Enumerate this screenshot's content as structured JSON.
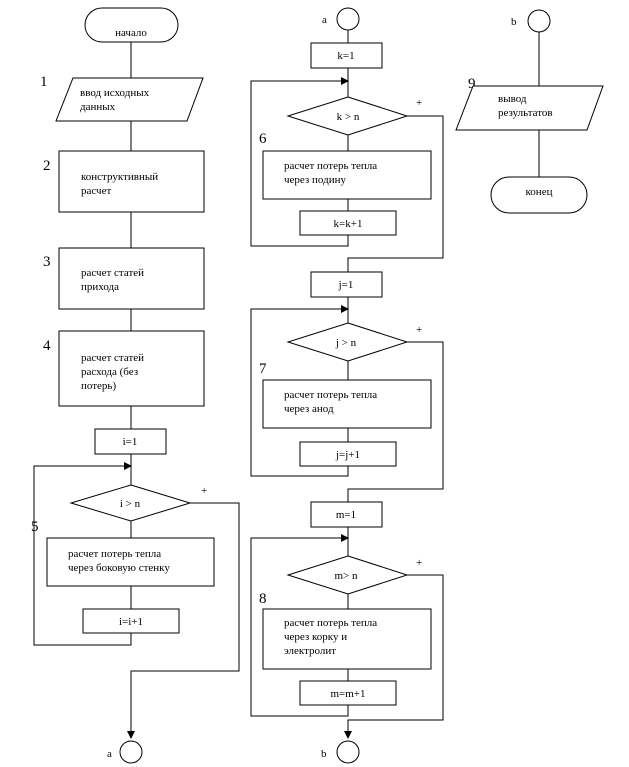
{
  "start": "начало",
  "end": "конец",
  "connectors": {
    "a": "a",
    "b": "b"
  },
  "plus": "+",
  "steps": {
    "s1": {
      "num": "1",
      "lines": [
        "ввод исходных",
        "данных"
      ]
    },
    "s2": {
      "num": "2",
      "lines": [
        "конструктивный",
        "расчет"
      ]
    },
    "s3": {
      "num": "3",
      "lines": [
        "расчет статей",
        "прихода"
      ]
    },
    "s4": {
      "num": "4",
      "lines": [
        "расчет статей",
        "расхода (без",
        "потерь)"
      ]
    },
    "s5": {
      "num": "5",
      "lines": [
        "расчет потерь тепла",
        "через боковую стенку"
      ]
    },
    "s6": {
      "num": "6",
      "lines": [
        "расчет потерь тепла",
        "через подину"
      ]
    },
    "s7": {
      "num": "7",
      "lines": [
        "расчет потерь тепла",
        "через анод"
      ]
    },
    "s8": {
      "num": "8",
      "lines": [
        "расчет потерь тепла",
        "через корку и",
        "электролит"
      ]
    },
    "s9": {
      "num": "9",
      "lines": [
        "вывод",
        "результатов"
      ]
    }
  },
  "loops": {
    "i": {
      "init": "i=1",
      "cond": "i > n",
      "inc": "i=i+1"
    },
    "k": {
      "init": "k=1",
      "cond": "k > n",
      "inc": "k=k+1"
    },
    "j": {
      "init": "j=1",
      "cond": "j > n",
      "inc": "j=j+1"
    },
    "m": {
      "init": "m=1",
      "cond": "m> n",
      "inc": "m=m+1"
    }
  }
}
